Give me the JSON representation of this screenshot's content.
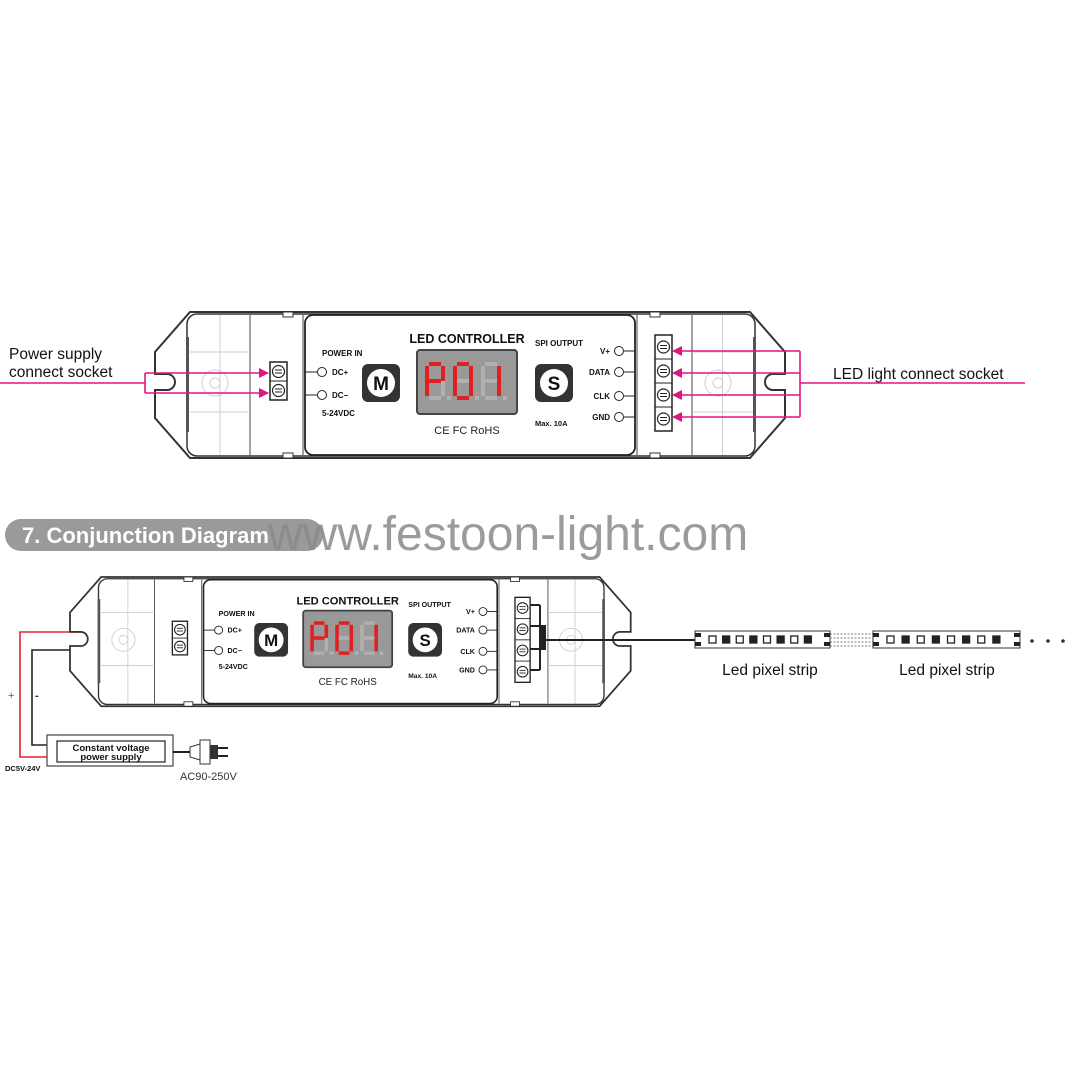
{
  "colors": {
    "annotation": "#e0157f",
    "positive_wire": "#e8202a",
    "negative_wire": "#222222",
    "display": "#999999",
    "segment_on": "#e02020",
    "header_pill": "#9a9a9a",
    "watermark": "#8a8a8a"
  },
  "top_diagram": {
    "left_label": [
      "Power supply",
      "connect socket"
    ],
    "right_label": "LED light connect socket"
  },
  "controller": {
    "title": "LED CONTROLLER",
    "power_in": "POWER IN",
    "dc_plus": "DC+",
    "dc_minus": "DC−",
    "voltage": "5-24VDC",
    "m_button": "M",
    "s_button": "S",
    "display": "P01",
    "spi_output": "SPI  OUTPUT",
    "max_current": "Max. 10A",
    "certifications": "CE  FC  RoHS",
    "ports": [
      "V+",
      "DATA",
      "CLK",
      "GND"
    ]
  },
  "section": {
    "title": "7. Conjunction Diagram"
  },
  "watermark": "www.festoon-light.com",
  "bottom_diagram": {
    "plus": "+",
    "minus": "-",
    "power_supply": [
      "Constant voltage",
      "power supply"
    ],
    "dc_range": "DC5V-24V",
    "ac_range": "AC90-250V",
    "strip_labels": [
      "Led pixel strip",
      "Led pixel strip"
    ]
  }
}
